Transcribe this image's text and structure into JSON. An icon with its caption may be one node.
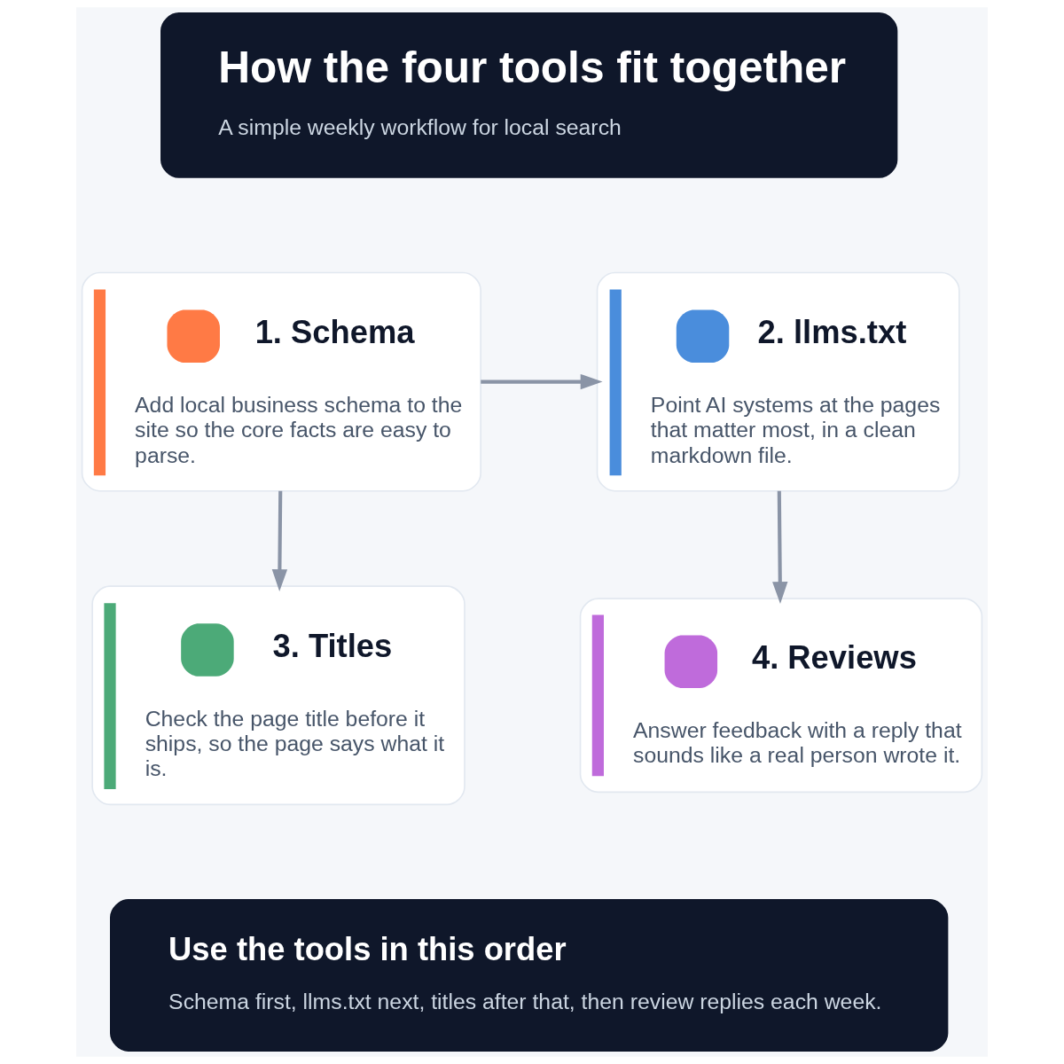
{
  "diagram": {
    "nodes": [
      {
        "text": [
          "How the four tools fit together",
          "A simple weekly workflow for local search"
        ]
      },
      {
        "text": [
          "1. Schema",
          "Add local business schema to the site so the core facts are easy to parse."
        ]
      },
      {
        "text": [
          "2. llms.txt",
          "Point AI systems at the pages that matter most, in a clean markdown file."
        ]
      },
      {
        "text": [
          "3. Titles",
          "Check the page title before it ships, so the page says what it is."
        ]
      },
      {
        "text": [
          "4. Reviews",
          "Answer feedback with a reply that sounds like a real person wrote it."
        ]
      },
      {
        "text": [
          "Use the tools in this order",
          "Schema first, llms.txt next, titles after that, then review replies each week."
        ]
      }
    ],
    "edges": [
      {
        "from": 1,
        "to": 2,
        "arrow": "to"
      },
      {
        "from": 1,
        "to": 3,
        "arrow": "to"
      },
      {
        "from": 2,
        "to": 4,
        "arrow": "to"
      }
    ]
  }
}
